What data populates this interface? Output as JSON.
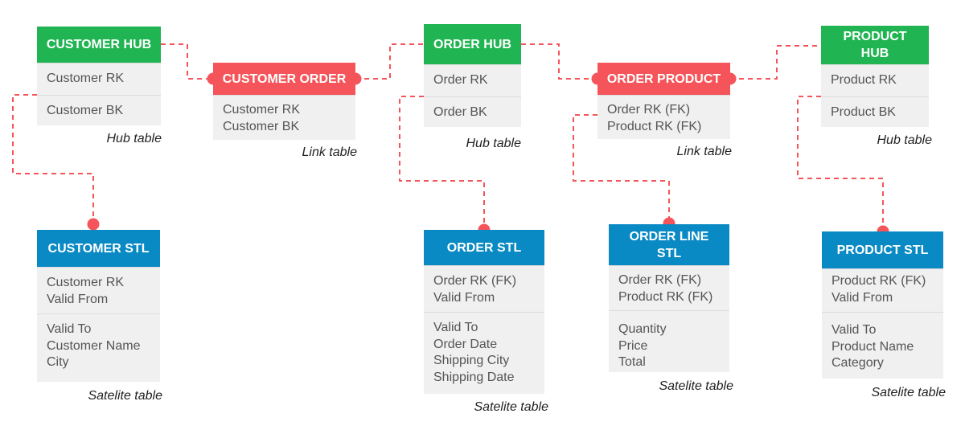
{
  "colors": {
    "hub": "#20b452",
    "link": "#f5555a",
    "satellite": "#0a8ac4",
    "connector": "#f5555a"
  },
  "customer_hub": {
    "title": "CUSTOMER HUB",
    "rows": [
      "Customer RK",
      "Customer BK"
    ],
    "caption": "Hub table"
  },
  "customer_order": {
    "title": "CUSTOMER ORDER",
    "rows": [
      "Customer RK",
      "Customer BK"
    ],
    "caption": "Link table"
  },
  "order_hub": {
    "title": "ORDER HUB",
    "rows": [
      "Order RK",
      "Order BK"
    ],
    "caption": "Hub table"
  },
  "order_product": {
    "title": "ORDER PRODUCT",
    "rows": [
      "Order RK (FK)",
      "Product RK (FK)"
    ],
    "caption": "Link table"
  },
  "product_hub": {
    "title_line1": "PRODUCT",
    "title_line2": "HUB",
    "rows": [
      "Product RK",
      "Product BK"
    ],
    "caption": "Hub table"
  },
  "customer_stl": {
    "title": "CUSTOMER STL",
    "keys": [
      "Customer RK",
      "Valid From"
    ],
    "attrs": [
      "Valid To",
      "Customer Name",
      "City"
    ],
    "caption": "Satelite table"
  },
  "order_stl": {
    "title": "ORDER STL",
    "keys": [
      "Order RK (FK)",
      "Valid From"
    ],
    "attrs": [
      "Valid To",
      "Order Date",
      "Shipping City",
      "Shipping Date"
    ],
    "caption": "Satelite table"
  },
  "order_line_stl": {
    "title_line1": "ORDER LINE",
    "title_line2": "STL",
    "keys": [
      "Order RK (FK)",
      "Product RK (FK)"
    ],
    "attrs": [
      "Quantity",
      "Price",
      "Total"
    ],
    "caption": "Satelite table"
  },
  "product_stl": {
    "title": "PRODUCT STL",
    "keys": [
      "Product RK (FK)",
      "Valid From"
    ],
    "attrs": [
      "Valid To",
      "Product Name",
      "Category"
    ],
    "caption": "Satelite table"
  }
}
